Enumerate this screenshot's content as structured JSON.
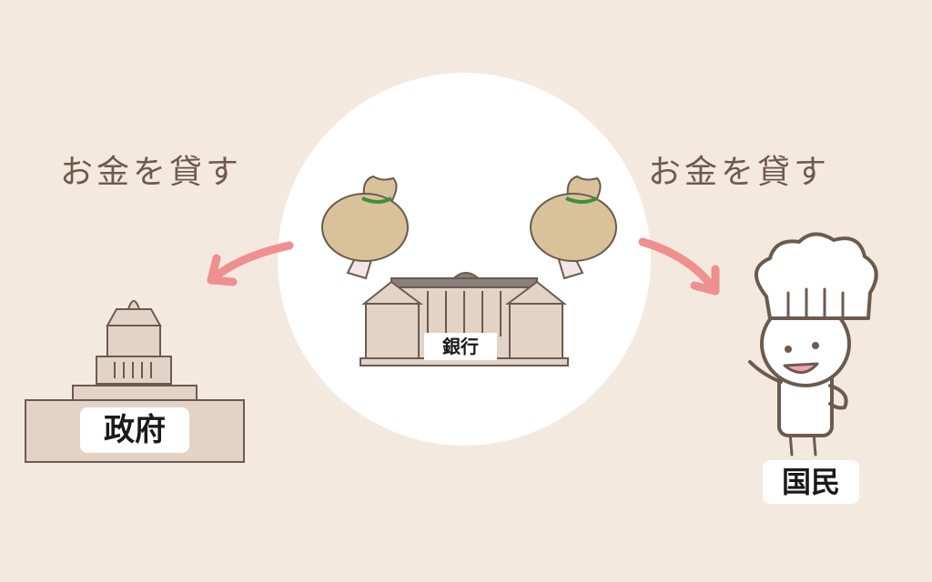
{
  "captions": {
    "left": "お金を貸す",
    "right": "お金を貸す"
  },
  "labels": {
    "bank": "銀行",
    "government": "政府",
    "citizen": "国民"
  },
  "colors": {
    "background": "#f4e9df",
    "circle": "#ffffff",
    "arrow": "#ef8f8f",
    "building_fill": "#e2d3c6",
    "building_stroke": "#6b5b4f",
    "moneybag_fill": "#d9c29a",
    "moneybag_ribbon": "#3f8f3a",
    "text": "#6e5a4d"
  }
}
